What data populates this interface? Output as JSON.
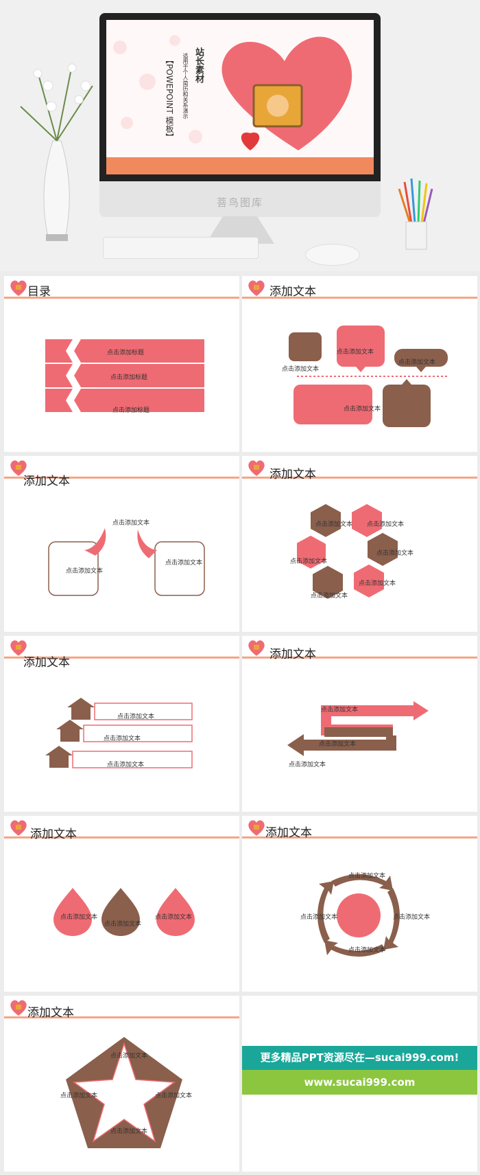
{
  "hero": {
    "watermark": "菩鸟图库",
    "cover_title": "站长素材",
    "cover_subtitle": "适用于个人简历和关系演示",
    "cover_tagline": "【POWEPOINT 模板】"
  },
  "slides": {
    "s1": {
      "title": "目录",
      "items": [
        "点击添加标题",
        "点击添加标题",
        "点击添加标题"
      ]
    },
    "s2": {
      "title": "添加文本",
      "labels": [
        "点击添加文本",
        "点击添加文本",
        "点击添加文本",
        "点击添加文本"
      ]
    },
    "s3": {
      "title": "添加文本",
      "labels": [
        "点击添加文本",
        "点击添加文本",
        "点击添加文本"
      ]
    },
    "s4": {
      "title": "添加文本",
      "labels": [
        "点击添加文本",
        "点击添加文本",
        "点击添加文本",
        "点击添加文本",
        "点击添加文本",
        "点击添加文本"
      ]
    },
    "s5": {
      "title": "添加文本",
      "labels": [
        "点击添加文本",
        "点击添加文本",
        "点击添加文本"
      ]
    },
    "s6": {
      "title": "添加文本",
      "labels": [
        "点击添加文本",
        "点击添加文本",
        "点击添加文本"
      ]
    },
    "s7": {
      "title": "添加文本",
      "labels": [
        "点击添加文本",
        "点击添加文本",
        "点击添加文本"
      ]
    },
    "s8": {
      "title": "添加文本",
      "labels": [
        "点击添加文本",
        "点击添加文本",
        "点击添加文本",
        "点击添加文本"
      ]
    },
    "s9": {
      "title": "添加文本",
      "labels": [
        "点击添加文本",
        "点击添加文本",
        "点击添加文本",
        "点击添加文本"
      ]
    }
  },
  "footer": {
    "banner": "更多精品PPT资源尽在—sucai999.com!",
    "url": "www.sucai999.com"
  },
  "colors": {
    "pink": "#ef6b73",
    "brown": "#8a5f4c",
    "rule": "#f4a585"
  }
}
